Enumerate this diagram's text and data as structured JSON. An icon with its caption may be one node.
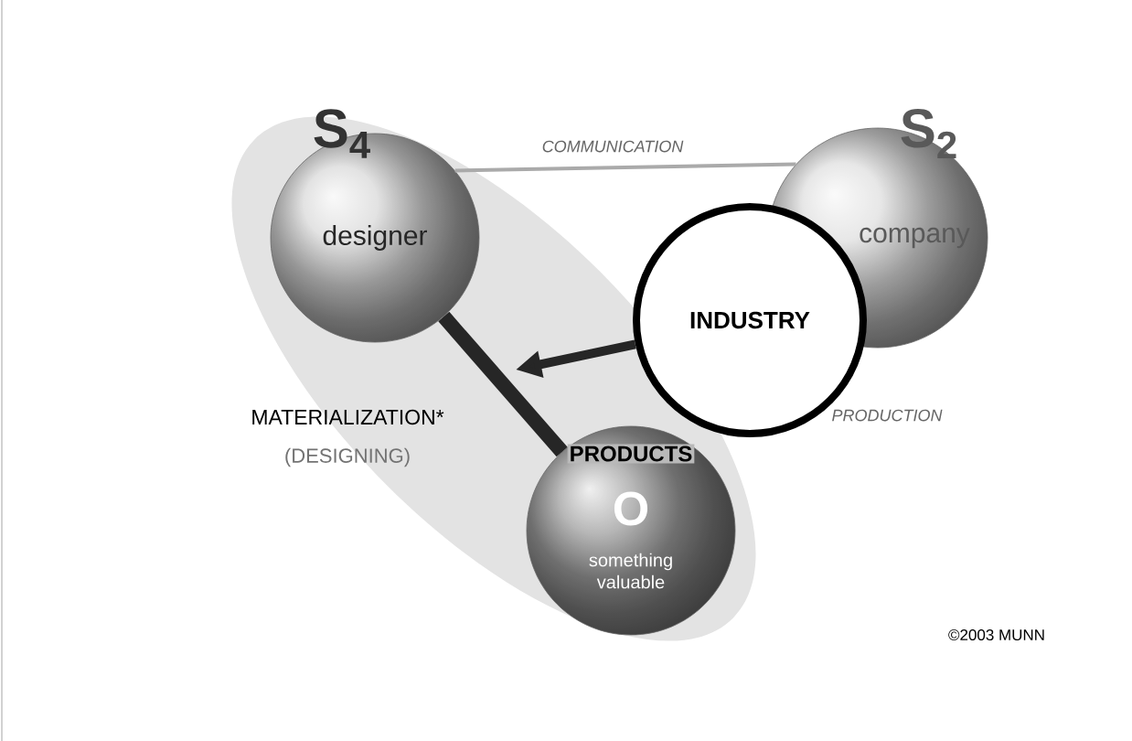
{
  "diagram": {
    "nodes": [
      {
        "text": [],
        "shape": "ellipse"
      },
      {
        "text": [
          "S$_{4}$",
          "designer"
        ],
        "in": 0
      },
      {
        "text": [
          "S$_{2}$",
          "company"
        ]
      },
      {
        "text": [
          "INDUSTRY"
        ]
      },
      {
        "text": [
          "PRODUCTS",
          "O",
          "something valuable"
        ],
        "in": 0
      }
    ],
    "edges": [
      {
        "from": 1,
        "to": 2,
        "arrow": "none",
        "label": "COMMUNICATION",
        "color": "#aaaaaa"
      },
      {
        "from": 1,
        "to": 4,
        "arrow": "none"
      },
      {
        "from": 3,
        "to": null,
        "arrow": "to"
      }
    ],
    "labels": [
      "MATERIALIZATION*",
      "(DESIGNING)",
      "PRODUCTION",
      "©2003 MUNN"
    ]
  }
}
